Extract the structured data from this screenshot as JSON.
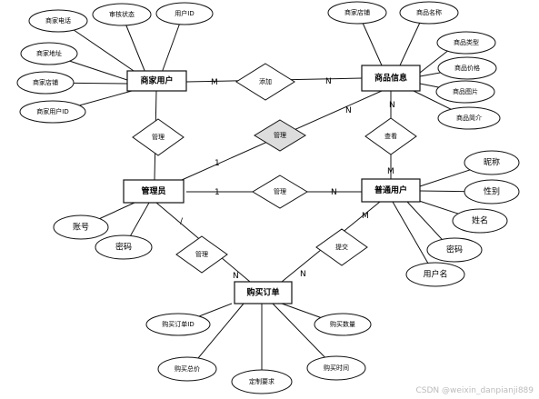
{
  "entities": {
    "merchant": "商家用户",
    "product": "商品信息",
    "admin": "管理员",
    "user": "普通用户",
    "order": "购买订单"
  },
  "relations": {
    "add": "添加",
    "manage_merchant": "管理",
    "manage_product": "管理",
    "view": "查看",
    "manage_user": "管理",
    "manage_order": "管理",
    "submit": "提交"
  },
  "attributes": {
    "merchant": [
      "商家电话",
      "审核状态",
      "用户ID",
      "商家地址",
      "商家店铺",
      "商家用户ID"
    ],
    "product": [
      "商家店铺",
      "商品名称",
      "商品类型",
      "商品价格",
      "商品图片",
      "商品简介"
    ],
    "admin": [
      "账号",
      "密码"
    ],
    "user": [
      "昵称",
      "性别",
      "姓名",
      "密码",
      "用户名"
    ],
    "order": [
      "购买订单ID",
      "购买数量",
      "购买总价",
      "定制要求",
      "购买时间"
    ]
  },
  "cardinality": {
    "add_left": "M",
    "add_right": "N",
    "admin_product_1": "1",
    "admin_product_n": "N",
    "view_top": "N",
    "view_bottom": "M",
    "admin_user_1": "1",
    "admin_user_n": "N",
    "admin_order_1": "/",
    "admin_order_n": "N",
    "user_order_m": "M",
    "user_order_n": "N"
  },
  "watermark": "CSDN @weixin_danpianji889"
}
